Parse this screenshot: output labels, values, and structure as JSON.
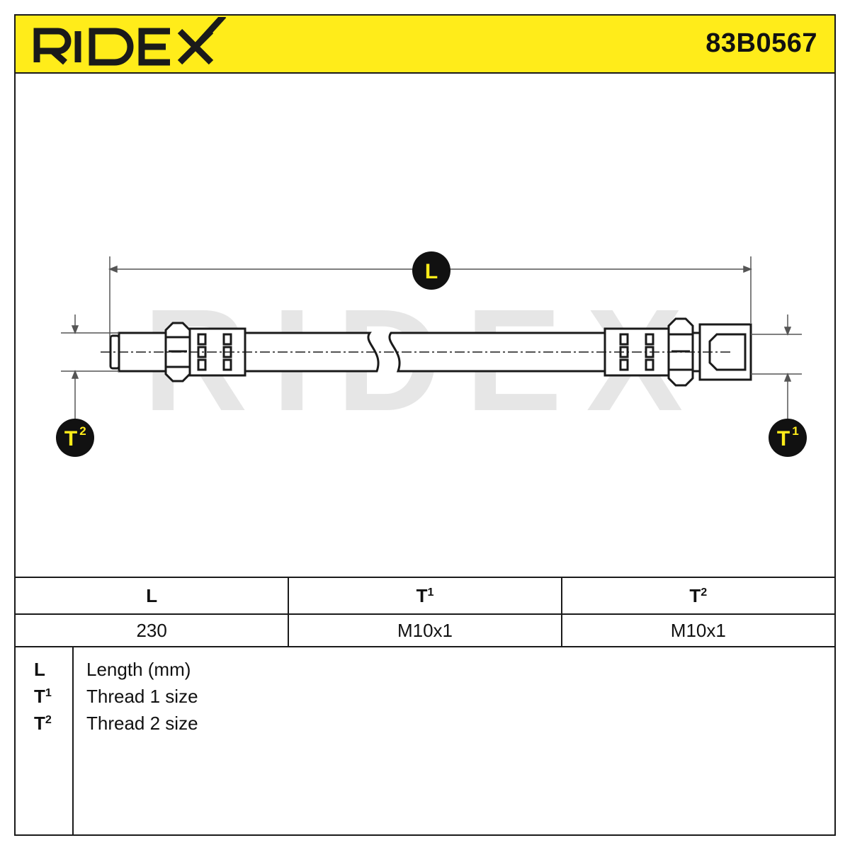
{
  "header": {
    "brand": "RIDEX",
    "part_number": "83B0567",
    "accent_color": "#ffec1a"
  },
  "drawing": {
    "watermark": "RIDEX",
    "dimension_labels": {
      "length": "L",
      "thread1": {
        "base": "T",
        "sup": "1"
      },
      "thread2": {
        "base": "T",
        "sup": "2"
      }
    }
  },
  "spec_table": {
    "headers": [
      {
        "base": "L",
        "sup": ""
      },
      {
        "base": "T",
        "sup": "1"
      },
      {
        "base": "T",
        "sup": "2"
      }
    ],
    "values": [
      "230",
      "M10x1",
      "M10x1"
    ]
  },
  "legend": [
    {
      "symbol": "L",
      "sup": "",
      "description": "Length (mm)"
    },
    {
      "symbol": "T",
      "sup": "1",
      "description": "Thread 1 size"
    },
    {
      "symbol": "T",
      "sup": "2",
      "description": "Thread 2 size"
    }
  ]
}
